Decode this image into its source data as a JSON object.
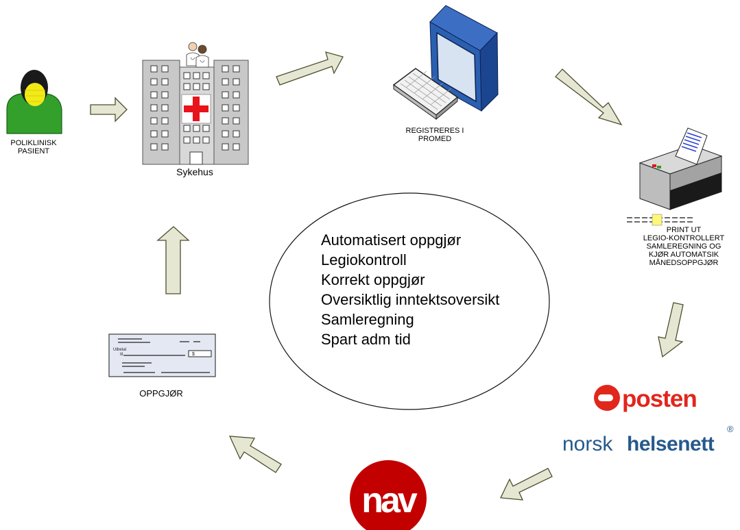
{
  "nodes": {
    "patient_label": [
      "POLIKLINISK",
      "PASIENT"
    ],
    "hospital_label": "Sykehus",
    "register_label": [
      "REGISTRERES I",
      "PROMED"
    ],
    "print_label": [
      "PRINT UT",
      "LEGIO-KONTROLLERT",
      "SAMLEREGNING OG",
      "KJØR AUTOMATSIK",
      "MÅNEDSOPPGJØR"
    ],
    "settlement_label": "OPPGJØR"
  },
  "center_benefits": [
    "Automatisert oppgjør",
    "Legiokontroll",
    "Korrekt oppgjør",
    "Oversiktlig inntektsoversikt",
    "Samleregning",
    "Spart adm tid"
  ],
  "cheque": {
    "payee_label": "Utbetal",
    "payee_label2": "til",
    "currency_symbol": "$"
  },
  "logos": {
    "posten": "posten",
    "helsenett_1": "norsk",
    "helsenett_2": "helsenett",
    "registered": "®",
    "nav": "nav"
  },
  "colors": {
    "arrow_fill": "#e6e7d3",
    "patient_body": "#33a02c",
    "patient_head": "#f2ea15",
    "hospital_gray": "#c8c8c8",
    "cross_red": "#e8131b",
    "posten_red": "#e1261c",
    "helsenett_blue": "#26598c",
    "nav_red": "#c30000",
    "cheque_bg": "#e4e8f3",
    "monitor_blue": "#2b5fb0"
  }
}
